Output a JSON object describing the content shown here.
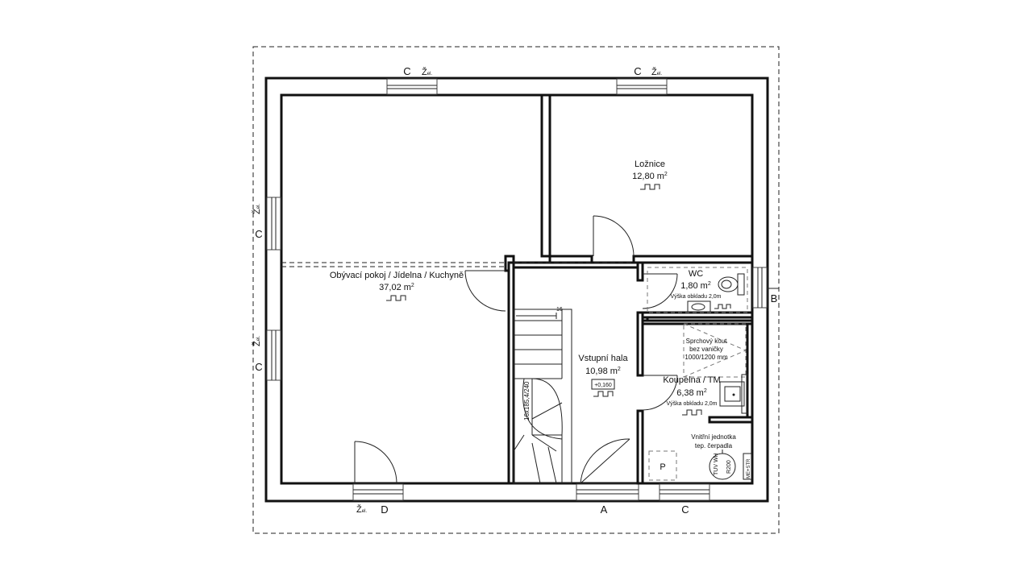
{
  "rooms": {
    "living": {
      "name": "Obývací pokoj / Jídelna / Kuchyně",
      "area": "37,02 m",
      "sup": "2"
    },
    "bedroom": {
      "name": "Ložnice",
      "area": "12,80 m",
      "sup": "2"
    },
    "wc": {
      "name": "WC",
      "area": "1,80 m",
      "sup": "2",
      "note": "Výška obkladu 2,0m"
    },
    "hall": {
      "name": "Vstupní hala",
      "area": "10,98 m",
      "sup": "2",
      "level": "+0,160"
    },
    "bath": {
      "name": "Koupelna / TM",
      "area": "6,38 m",
      "sup": "2",
      "note": "Výška obkladu 2,0m"
    }
  },
  "shower": {
    "line1": "Sprchový kout",
    "line2": "bez vaničky",
    "line3": "1000/1200 mm"
  },
  "stairs": {
    "label": "16x185,4/240",
    "steps": "16"
  },
  "heatpump": {
    "line1": "Vnitřní jednotka",
    "line2": "tep. čerpadla",
    "boiler": "TUV WH",
    "boiler_size": "R200",
    "panel": "ME+STR",
    "p_box": "P"
  },
  "window_marks": {
    "c": "C",
    "zel": "Ž",
    "zel_sub": "el.",
    "d": "D",
    "a": "A",
    "b": "B"
  }
}
